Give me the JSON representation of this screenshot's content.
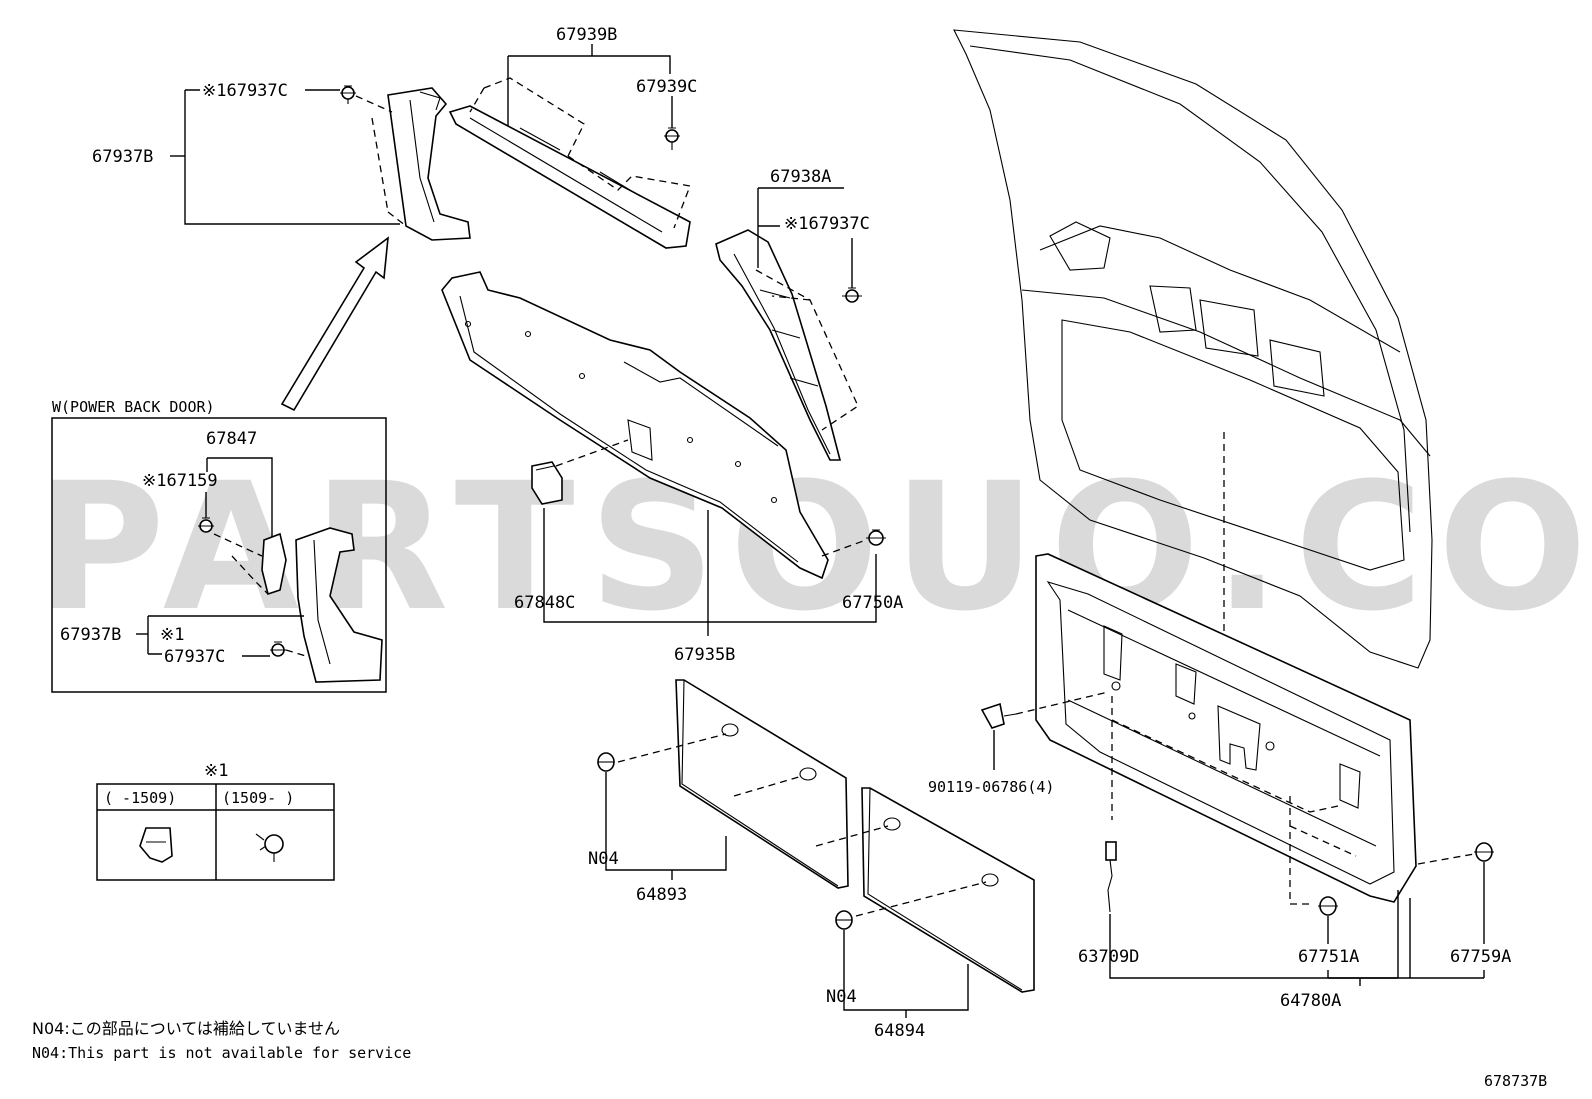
{
  "watermark": "PARTSOUQ.COM",
  "diagram_code": "678737B",
  "labels": {
    "p67939B": "67939B",
    "p67939C": "67939C",
    "p67937C_top": "※167937C",
    "p67937B_top": "67937B",
    "p67938A": "67938A",
    "p67937C_right": "※167937C",
    "p67848C": "67848C",
    "p67750A": "67750A",
    "p67935B": "67935B",
    "p90119": "90119-06786(4)",
    "p63709D": "63709D",
    "p67751A": "67751A",
    "p67759A": "67759A",
    "p64780A": "64780A",
    "p64893": "64893",
    "p64894": "64894",
    "n04_a": "N04",
    "n04_b": "N04"
  },
  "inset_power": {
    "title": "W(POWER BACK DOOR)",
    "p67847": "67847",
    "p67159": "※167159",
    "p67937B": "67937B",
    "note_mark": "※1",
    "p67937C": "67937C"
  },
  "legend_table": {
    "mark": "※1",
    "col_left": "(    -1509)",
    "col_right": "(1509-    )"
  },
  "footnotes": [
    "N04:この部品については補給していません",
    "N04:This part is not available for service"
  ]
}
